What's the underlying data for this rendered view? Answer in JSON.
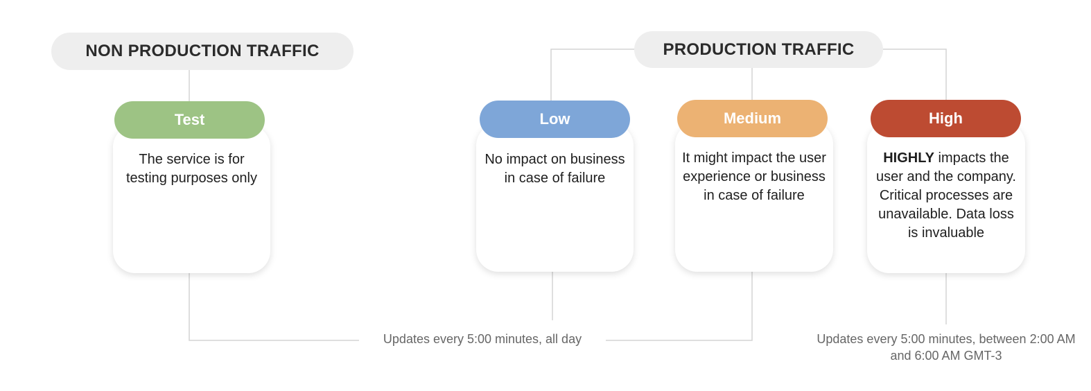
{
  "groups": {
    "non_production": "NON PRODUCTION TRAFFIC",
    "production": "PRODUCTION TRAFFIC"
  },
  "levels": {
    "test": {
      "label": "Test",
      "color": "#9dc384",
      "description": "The service is for testing purposes only"
    },
    "low": {
      "label": "Low",
      "color": "#7ea6d8",
      "description": "No impact on business in case of failure"
    },
    "medium": {
      "label": "Medium",
      "color": "#ecb273",
      "description": "It might impact the user experience or business in case of failure"
    },
    "high": {
      "label": "High",
      "color": "#bd4b32",
      "description_emphasis": "HIGHLY",
      "description": " impacts the user and the company. Critical processes are unavailable. Data loss is invaluable"
    }
  },
  "notes": {
    "all_day": "Updates every 5:00 minutes, all day",
    "window": "Updates every 5:00 minutes, between 2:00 AM and 6:00 AM GMT-3"
  },
  "colors": {
    "connector": "#d4d4d4",
    "group_background": "#eeeeee"
  }
}
